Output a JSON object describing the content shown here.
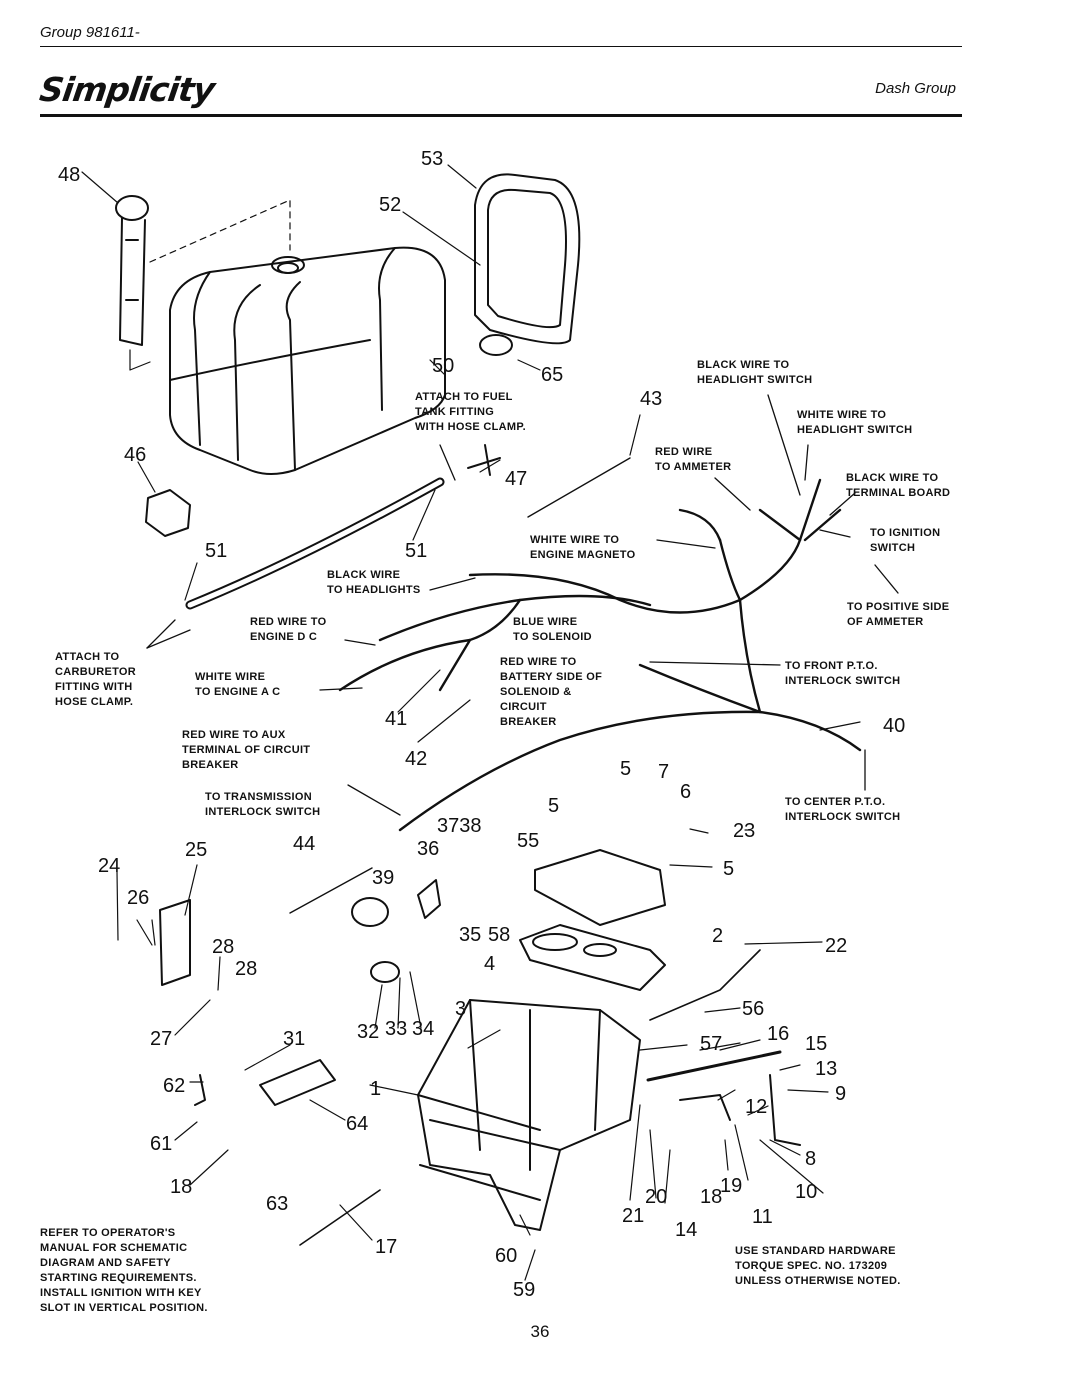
{
  "header": {
    "group": "Group 981611-",
    "brand": "Simplicity",
    "section": "Dash Group"
  },
  "callouts": {
    "c48": "48",
    "c53": "53",
    "c52": "52",
    "c50": "50",
    "c65": "65",
    "c46": "46",
    "c47": "47",
    "c43": "43",
    "c51a": "51",
    "c51b": "51",
    "c41": "41",
    "c42": "42",
    "c40": "40",
    "c5a": "5",
    "c7": "7",
    "c6": "6",
    "c5b": "5",
    "c23": "23",
    "c5c": "5",
    "c55": "55",
    "c3738": "3738",
    "c36": "36",
    "c39": "39",
    "c44": "44",
    "c24": "24",
    "c25": "25",
    "c26": "26",
    "c28a": "28",
    "c28b": "28",
    "c27": "27",
    "c35": "35",
    "c58": "58",
    "c4": "4",
    "c2": "2",
    "c22": "22",
    "c3": "3",
    "c32": "32",
    "c33": "33",
    "c34": "34",
    "c31": "31",
    "c56": "56",
    "c57": "57",
    "c16": "16",
    "c15": "15",
    "c62": "62",
    "c1": "1",
    "c13": "13",
    "c9": "9",
    "c64": "64",
    "c12": "12",
    "c61": "61",
    "c8": "8",
    "c18a": "18",
    "c63": "63",
    "c21": "21",
    "c20": "20",
    "c18b": "18",
    "c19": "19",
    "c10": "10",
    "c14": "14",
    "c11": "11",
    "c60": "60",
    "c17": "17",
    "c59": "59"
  },
  "labels": {
    "attach_fuel": [
      "ATTACH TO FUEL",
      "TANK FITTING",
      "WITH HOSE CLAMP."
    ],
    "black_headlight_switch": [
      "BLACK WIRE TO",
      "HEADLIGHT SWITCH"
    ],
    "white_headlight_switch": [
      "WHITE WIRE TO",
      "HEADLIGHT SWITCH"
    ],
    "red_ammeter": [
      "RED WIRE",
      "TO AMMETER"
    ],
    "black_terminal": [
      "BLACK WIRE TO",
      "TERMINAL BOARD"
    ],
    "ignition": [
      "TO IGNITION",
      "SWITCH"
    ],
    "white_magneto": [
      "WHITE WIRE TO",
      "ENGINE MAGNETO"
    ],
    "black_headlights": [
      "BLACK WIRE",
      "TO HEADLIGHTS"
    ],
    "positive_ammeter": [
      "TO POSITIVE SIDE",
      "OF AMMETER"
    ],
    "red_engine_dc": [
      "RED WIRE TO",
      "ENGINE D C"
    ],
    "blue_solenoid": [
      "BLUE WIRE",
      "TO SOLENOID"
    ],
    "attach_carb": [
      "ATTACH TO",
      "CARBURETOR",
      "FITTING WITH",
      "HOSE CLAMP."
    ],
    "white_engine_ac": [
      "WHITE WIRE",
      "TO ENGINE A C"
    ],
    "red_battery": [
      "RED WIRE TO",
      "BATTERY SIDE OF",
      "SOLENOID &",
      "CIRCUIT",
      "BREAKER"
    ],
    "front_pto": [
      "TO FRONT P.T.O.",
      "INTERLOCK SWITCH"
    ],
    "red_aux": [
      "RED WIRE TO AUX",
      "TERMINAL OF CIRCUIT",
      "BREAKER"
    ],
    "transmission": [
      "TO TRANSMISSION",
      "INTERLOCK SWITCH"
    ],
    "center_pto": [
      "TO CENTER P.T.O.",
      "INTERLOCK SWITCH"
    ],
    "refer": [
      "REFER TO OPERATOR'S",
      "MANUAL FOR SCHEMATIC",
      "DIAGRAM AND SAFETY",
      "STARTING REQUIREMENTS.",
      "INSTALL IGNITION WITH KEY",
      "SLOT IN VERTICAL POSITION."
    ],
    "standard": [
      "USE STANDARD HARDWARE",
      "TORQUE SPEC. NO. 173209",
      "UNLESS OTHERWISE NOTED."
    ]
  },
  "page_number": "36"
}
